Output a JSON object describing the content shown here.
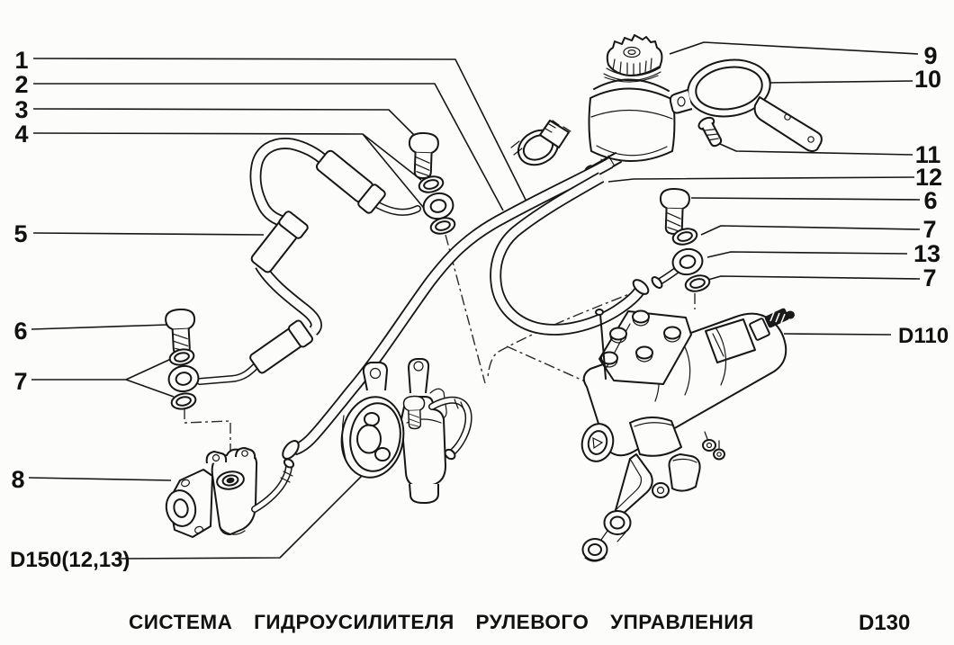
{
  "colors": {
    "ink": "#161616",
    "background": "#fcfcfb"
  },
  "callouts_left": [
    {
      "label": "1"
    },
    {
      "label": "2"
    },
    {
      "label": "3"
    },
    {
      "label": "4"
    },
    {
      "label": "5"
    },
    {
      "label": "6"
    },
    {
      "label": "7"
    },
    {
      "label": "8"
    }
  ],
  "callouts_right": [
    {
      "label": "9"
    },
    {
      "label": "10"
    },
    {
      "label": "11"
    },
    {
      "label": "12"
    },
    {
      "label": "6"
    },
    {
      "label": "7"
    },
    {
      "label": "13"
    },
    {
      "label": "7"
    }
  ],
  "ref_labels": {
    "steering_gear": "D110",
    "pump_assembly": "D150(12,13)",
    "sheet_code": "D130"
  },
  "footer_title": "СИСТЕМА ГИДРОУСИЛИТЕЛЯ РУЛЕВОГО УПРАВЛЕНИЯ"
}
